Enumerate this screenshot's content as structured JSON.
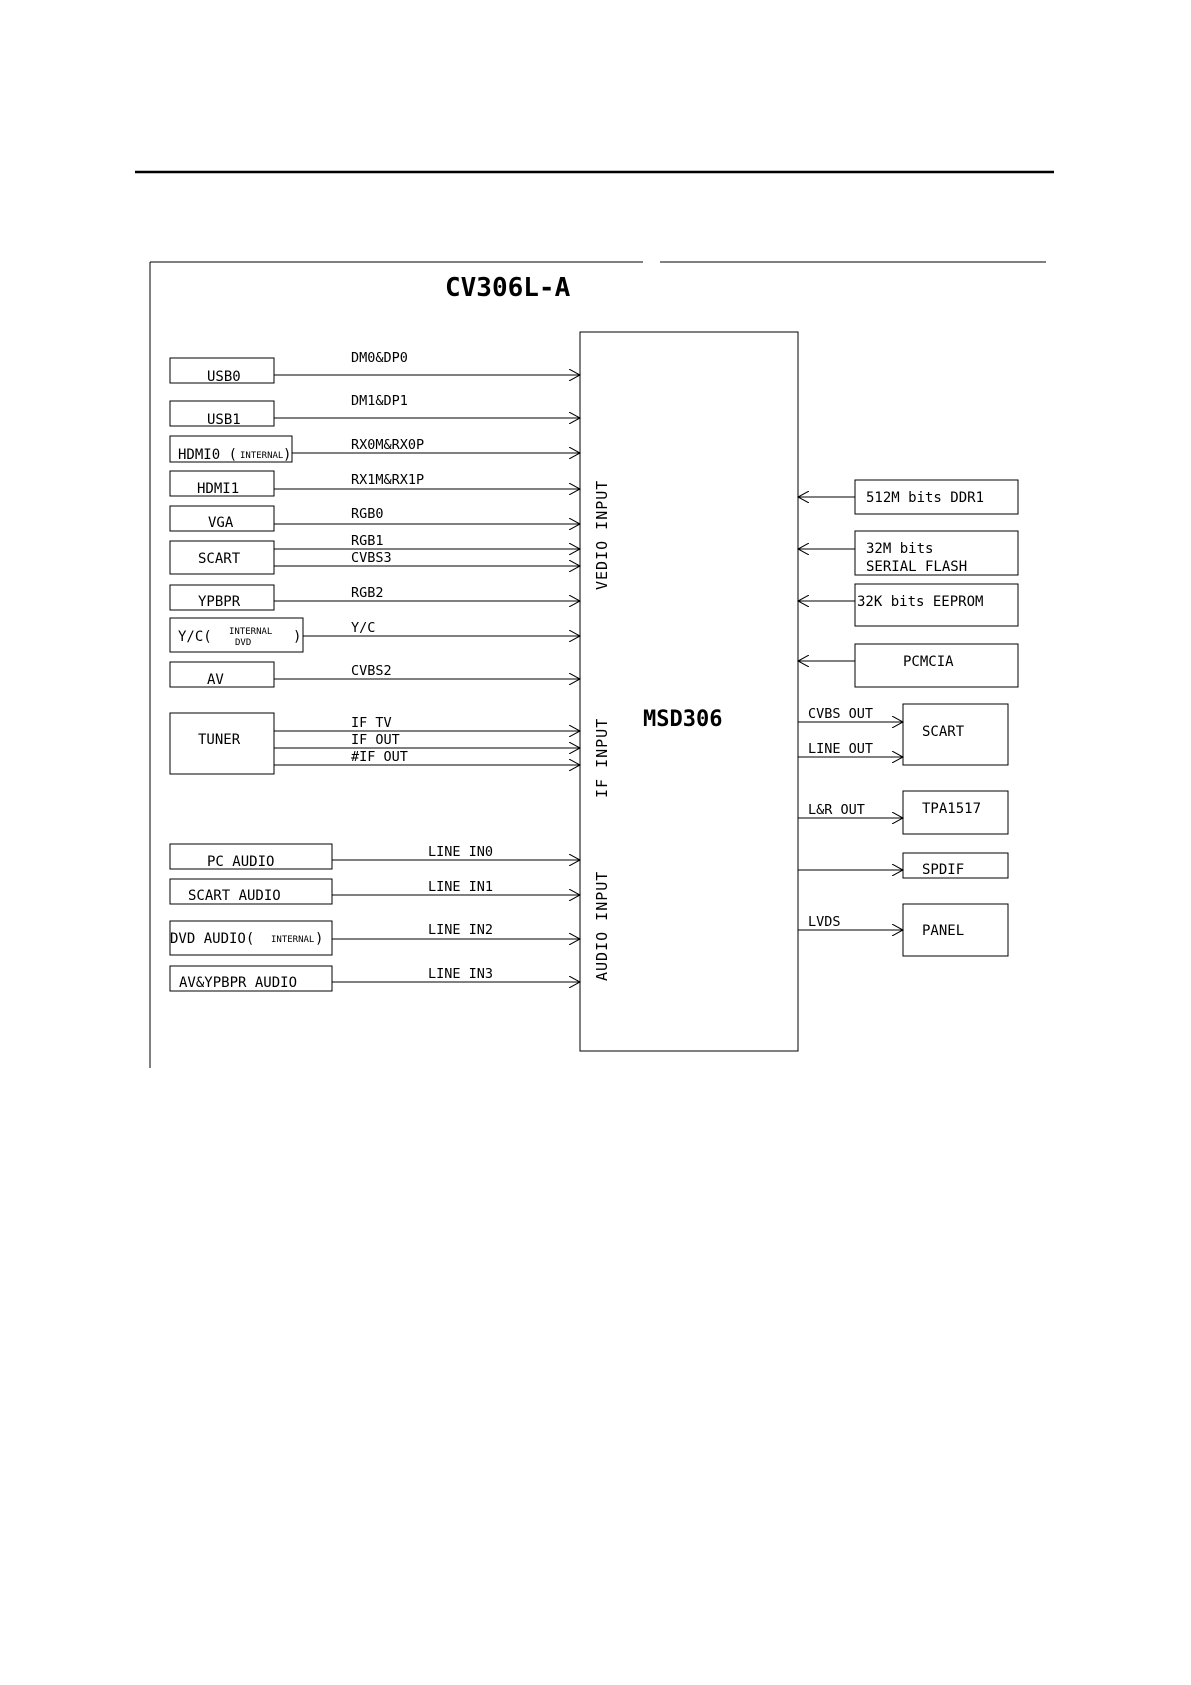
{
  "title": "CV306L-A",
  "chip": "MSD306",
  "regions": {
    "video_input": "VEDIO INPUT",
    "if_input": "IF INPUT",
    "audio_input": "AUDIO INPUT"
  },
  "inputs": {
    "usb0": {
      "label": "USB0",
      "signal": "DM0&DP0"
    },
    "usb1": {
      "label": "USB1",
      "signal": "DM1&DP1"
    },
    "hdmi0": {
      "label": "HDMI0 (",
      "note": "INTERNAL",
      "close": ")",
      "signal": "RX0M&RX0P"
    },
    "hdmi1": {
      "label": "HDMI1",
      "signal": "RX1M&RX1P"
    },
    "vga": {
      "label": "VGA",
      "signal": "RGB0"
    },
    "scart": {
      "label": "SCART",
      "signal1": "RGB1",
      "signal2": "CVBS3"
    },
    "ypbpr": {
      "label": "YPBPR",
      "signal": "RGB2"
    },
    "yc": {
      "label": "Y/C(",
      "note1": "INTERNAL",
      "note2": "DVD",
      "close": ")",
      "signal": "Y/C"
    },
    "av": {
      "label": "AV",
      "signal": "CVBS2"
    },
    "tuner": {
      "label": "TUNER",
      "signal1": "IF TV",
      "signal2": "IF OUT",
      "signal3": "#IF OUT"
    },
    "pc_audio": {
      "label": "PC AUDIO",
      "signal": "LINE IN0"
    },
    "scart_audio": {
      "label": "SCART AUDIO",
      "signal": "LINE IN1"
    },
    "dvd_audio": {
      "label": "DVD AUDIO(",
      "note": "INTERNAL",
      "close": ")",
      "signal": "LINE IN2"
    },
    "av_ypbpr_audio": {
      "label": "AV&YPBPR AUDIO",
      "signal": "LINE IN3"
    }
  },
  "memory": {
    "ddr": "512M bits DDR1",
    "flash1": "32M bits",
    "flash2": "SERIAL FLASH",
    "eeprom": "32K bits EEPROM",
    "pcmcia": "PCMCIA"
  },
  "outputs": {
    "scart": {
      "label": "SCART",
      "signal1": "CVBS OUT",
      "signal2": "LINE OUT"
    },
    "tpa": {
      "label": "TPA1517",
      "signal": "L&R OUT"
    },
    "spdif": {
      "label": "SPDIF"
    },
    "panel": {
      "label": "PANEL",
      "signal": "LVDS"
    }
  }
}
